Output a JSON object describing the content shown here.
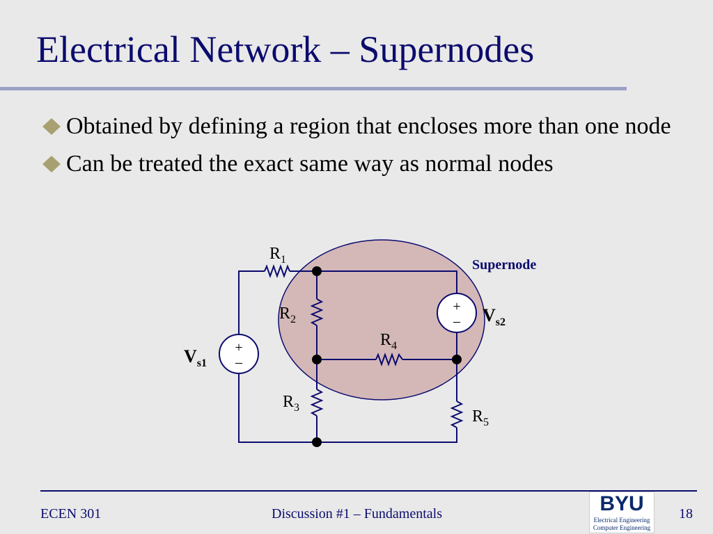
{
  "slide": {
    "title": "Electrical Network – Supernodes",
    "bullets": [
      "Obtained by defining a region that encloses more than one node",
      "Can be treated the exact same way as normal nodes"
    ]
  },
  "circuit": {
    "r1": "R",
    "r1_sub": "1",
    "r2": "R",
    "r2_sub": "2",
    "r3": "R",
    "r3_sub": "3",
    "r4": "R",
    "r4_sub": "4",
    "r5": "R",
    "r5_sub": "5",
    "vs1": "V",
    "vs1_sub": "s1",
    "vs2": "V",
    "vs2_sub": "s2",
    "supernode_label": "Supernode",
    "plus": "+",
    "minus": "–"
  },
  "footer": {
    "course": "ECEN 301",
    "topic": "Discussion #1 – Fundamentals",
    "page": "18",
    "logo_word": "BYU",
    "logo_line1": "Electrical Engineering",
    "logo_line2": "Computer Engineering"
  },
  "colors": {
    "title": "#0b0b6e",
    "supernode_fill": "#d4b8b8",
    "bullet_diamond": "#a8a070"
  }
}
